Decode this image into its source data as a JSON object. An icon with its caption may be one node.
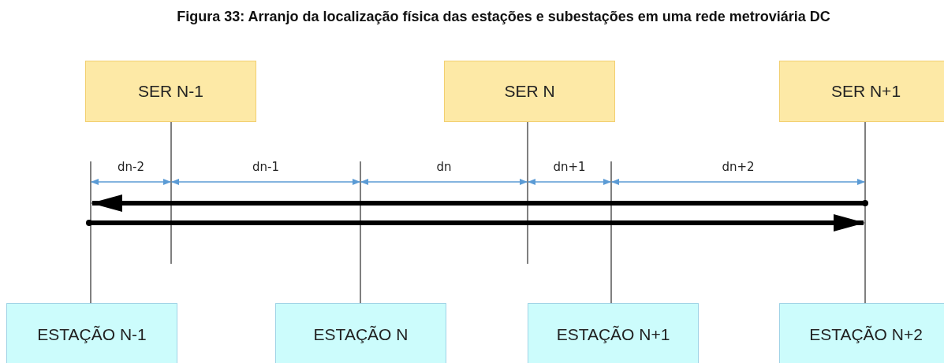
{
  "diagram": {
    "title": "Figura 33: Arranjo da localização física das estações e subestações em uma rede metroviária DC",
    "nodes": [
      {
        "text": [
          "SER N-1"
        ]
      },
      {
        "text": [
          "SER N"
        ]
      },
      {
        "text": [
          "SER N+1"
        ]
      },
      {
        "text": [
          "ESTAÇÃO N-1"
        ]
      },
      {
        "text": [
          "ESTAÇÃO N"
        ]
      },
      {
        "text": [
          "ESTAÇÃO N+1"
        ]
      },
      {
        "text": [
          "ESTAÇÃO N+2"
        ]
      }
    ],
    "edges": [
      {
        "from": 0,
        "to": null,
        "arrow": "none"
      },
      {
        "from": 1,
        "to": null,
        "arrow": "none"
      },
      {
        "from": 2,
        "to": 6,
        "arrow": "none"
      },
      {
        "from": 3,
        "to": null,
        "arrow": "none"
      },
      {
        "from": 4,
        "to": null,
        "arrow": "none"
      },
      {
        "from": 5,
        "to": null,
        "arrow": "none"
      }
    ],
    "labels": [
      "dn-2",
      "dn-1",
      "dn",
      "dn+1",
      "dn+2"
    ]
  }
}
